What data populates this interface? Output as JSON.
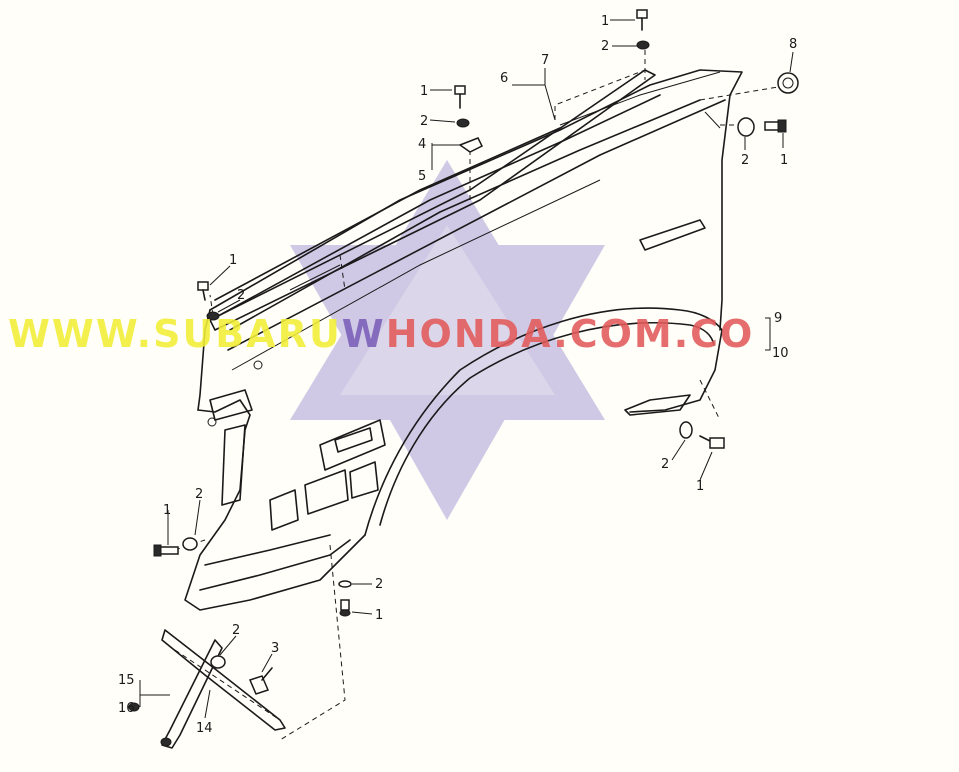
{
  "diagram": {
    "callouts": [
      {
        "id": "c1a",
        "text": "1"
      },
      {
        "id": "c2a",
        "text": "2"
      },
      {
        "id": "c6",
        "text": "6"
      },
      {
        "id": "c7",
        "text": "7"
      },
      {
        "id": "c8",
        "text": "8"
      },
      {
        "id": "c1b",
        "text": "1"
      },
      {
        "id": "c2b",
        "text": "2"
      },
      {
        "id": "c4",
        "text": "4"
      },
      {
        "id": "c5",
        "text": "5"
      },
      {
        "id": "c2c",
        "text": "2"
      },
      {
        "id": "c1c",
        "text": "1"
      },
      {
        "id": "c1d",
        "text": "1"
      },
      {
        "id": "c2d",
        "text": "2"
      },
      {
        "id": "c9",
        "text": "9"
      },
      {
        "id": "c10",
        "text": "10"
      },
      {
        "id": "c2e",
        "text": "2"
      },
      {
        "id": "c1e",
        "text": "1"
      },
      {
        "id": "c2f",
        "text": "2"
      },
      {
        "id": "c1f",
        "text": "1"
      },
      {
        "id": "c2g",
        "text": "2"
      },
      {
        "id": "c1g",
        "text": "1"
      },
      {
        "id": "c2h",
        "text": "2"
      },
      {
        "id": "c3",
        "text": "3"
      },
      {
        "id": "c15",
        "text": "15"
      },
      {
        "id": "c16",
        "text": "16"
      },
      {
        "id": "c14",
        "text": "14"
      }
    ]
  },
  "watermark": {
    "part1": "WWW.SUBARU",
    "part2": "W",
    "part3": "HONDA.COM.CO",
    "colors": {
      "part1": "#f2ef37",
      "part2": "#7b5fb8",
      "part3": "#e35a5a",
      "star": "#9b8fd0"
    }
  }
}
